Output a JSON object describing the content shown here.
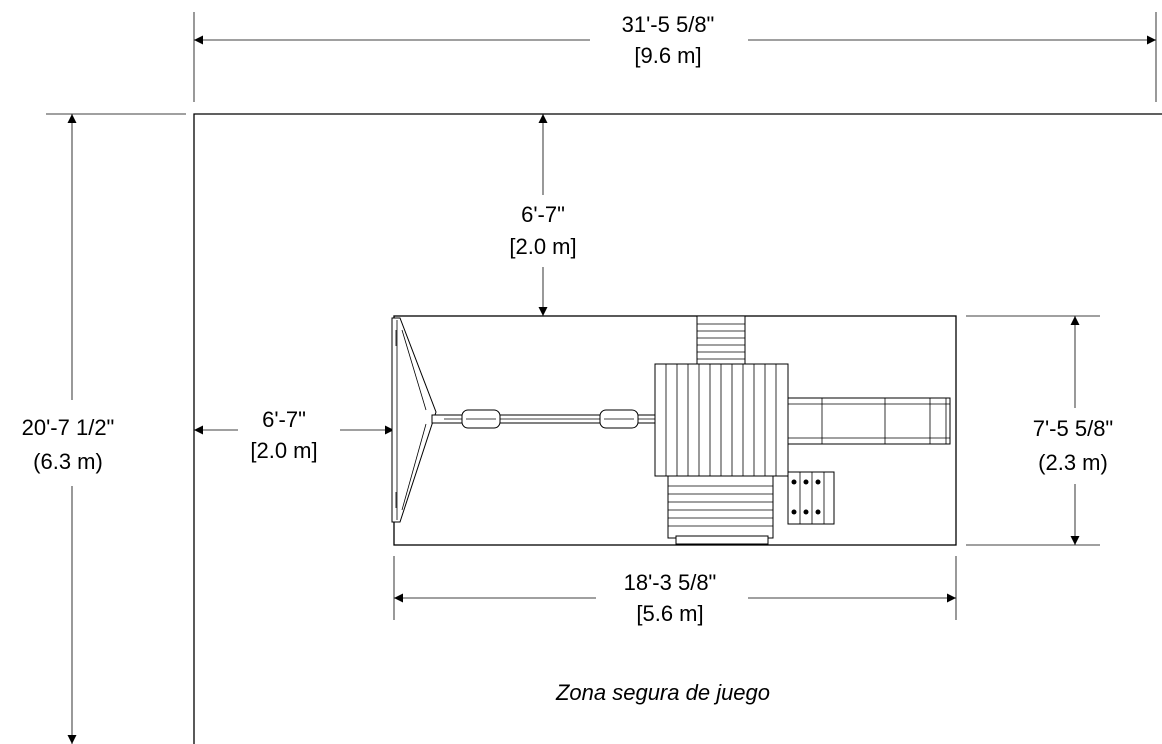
{
  "title": "",
  "caption": "Zona segura de juego",
  "dimensions": {
    "overall_width": {
      "imperial": "31'-5 5/8\"",
      "metric": "[9.6 m]"
    },
    "overall_depth": {
      "imperial": "20'-7 1/2\"",
      "metric": "(6.3 m)"
    },
    "top_clearance": {
      "imperial": "6'-7\"",
      "metric": "[2.0 m]"
    },
    "left_clearance": {
      "imperial": "6'-7\"",
      "metric": "[2.0 m]"
    },
    "equipment_depth": {
      "imperial": "7'-5 5/8\"",
      "metric": "(2.3 m)"
    },
    "equipment_width": {
      "imperial": "18'-3 5/8\"",
      "metric": "[5.6 m]"
    }
  }
}
